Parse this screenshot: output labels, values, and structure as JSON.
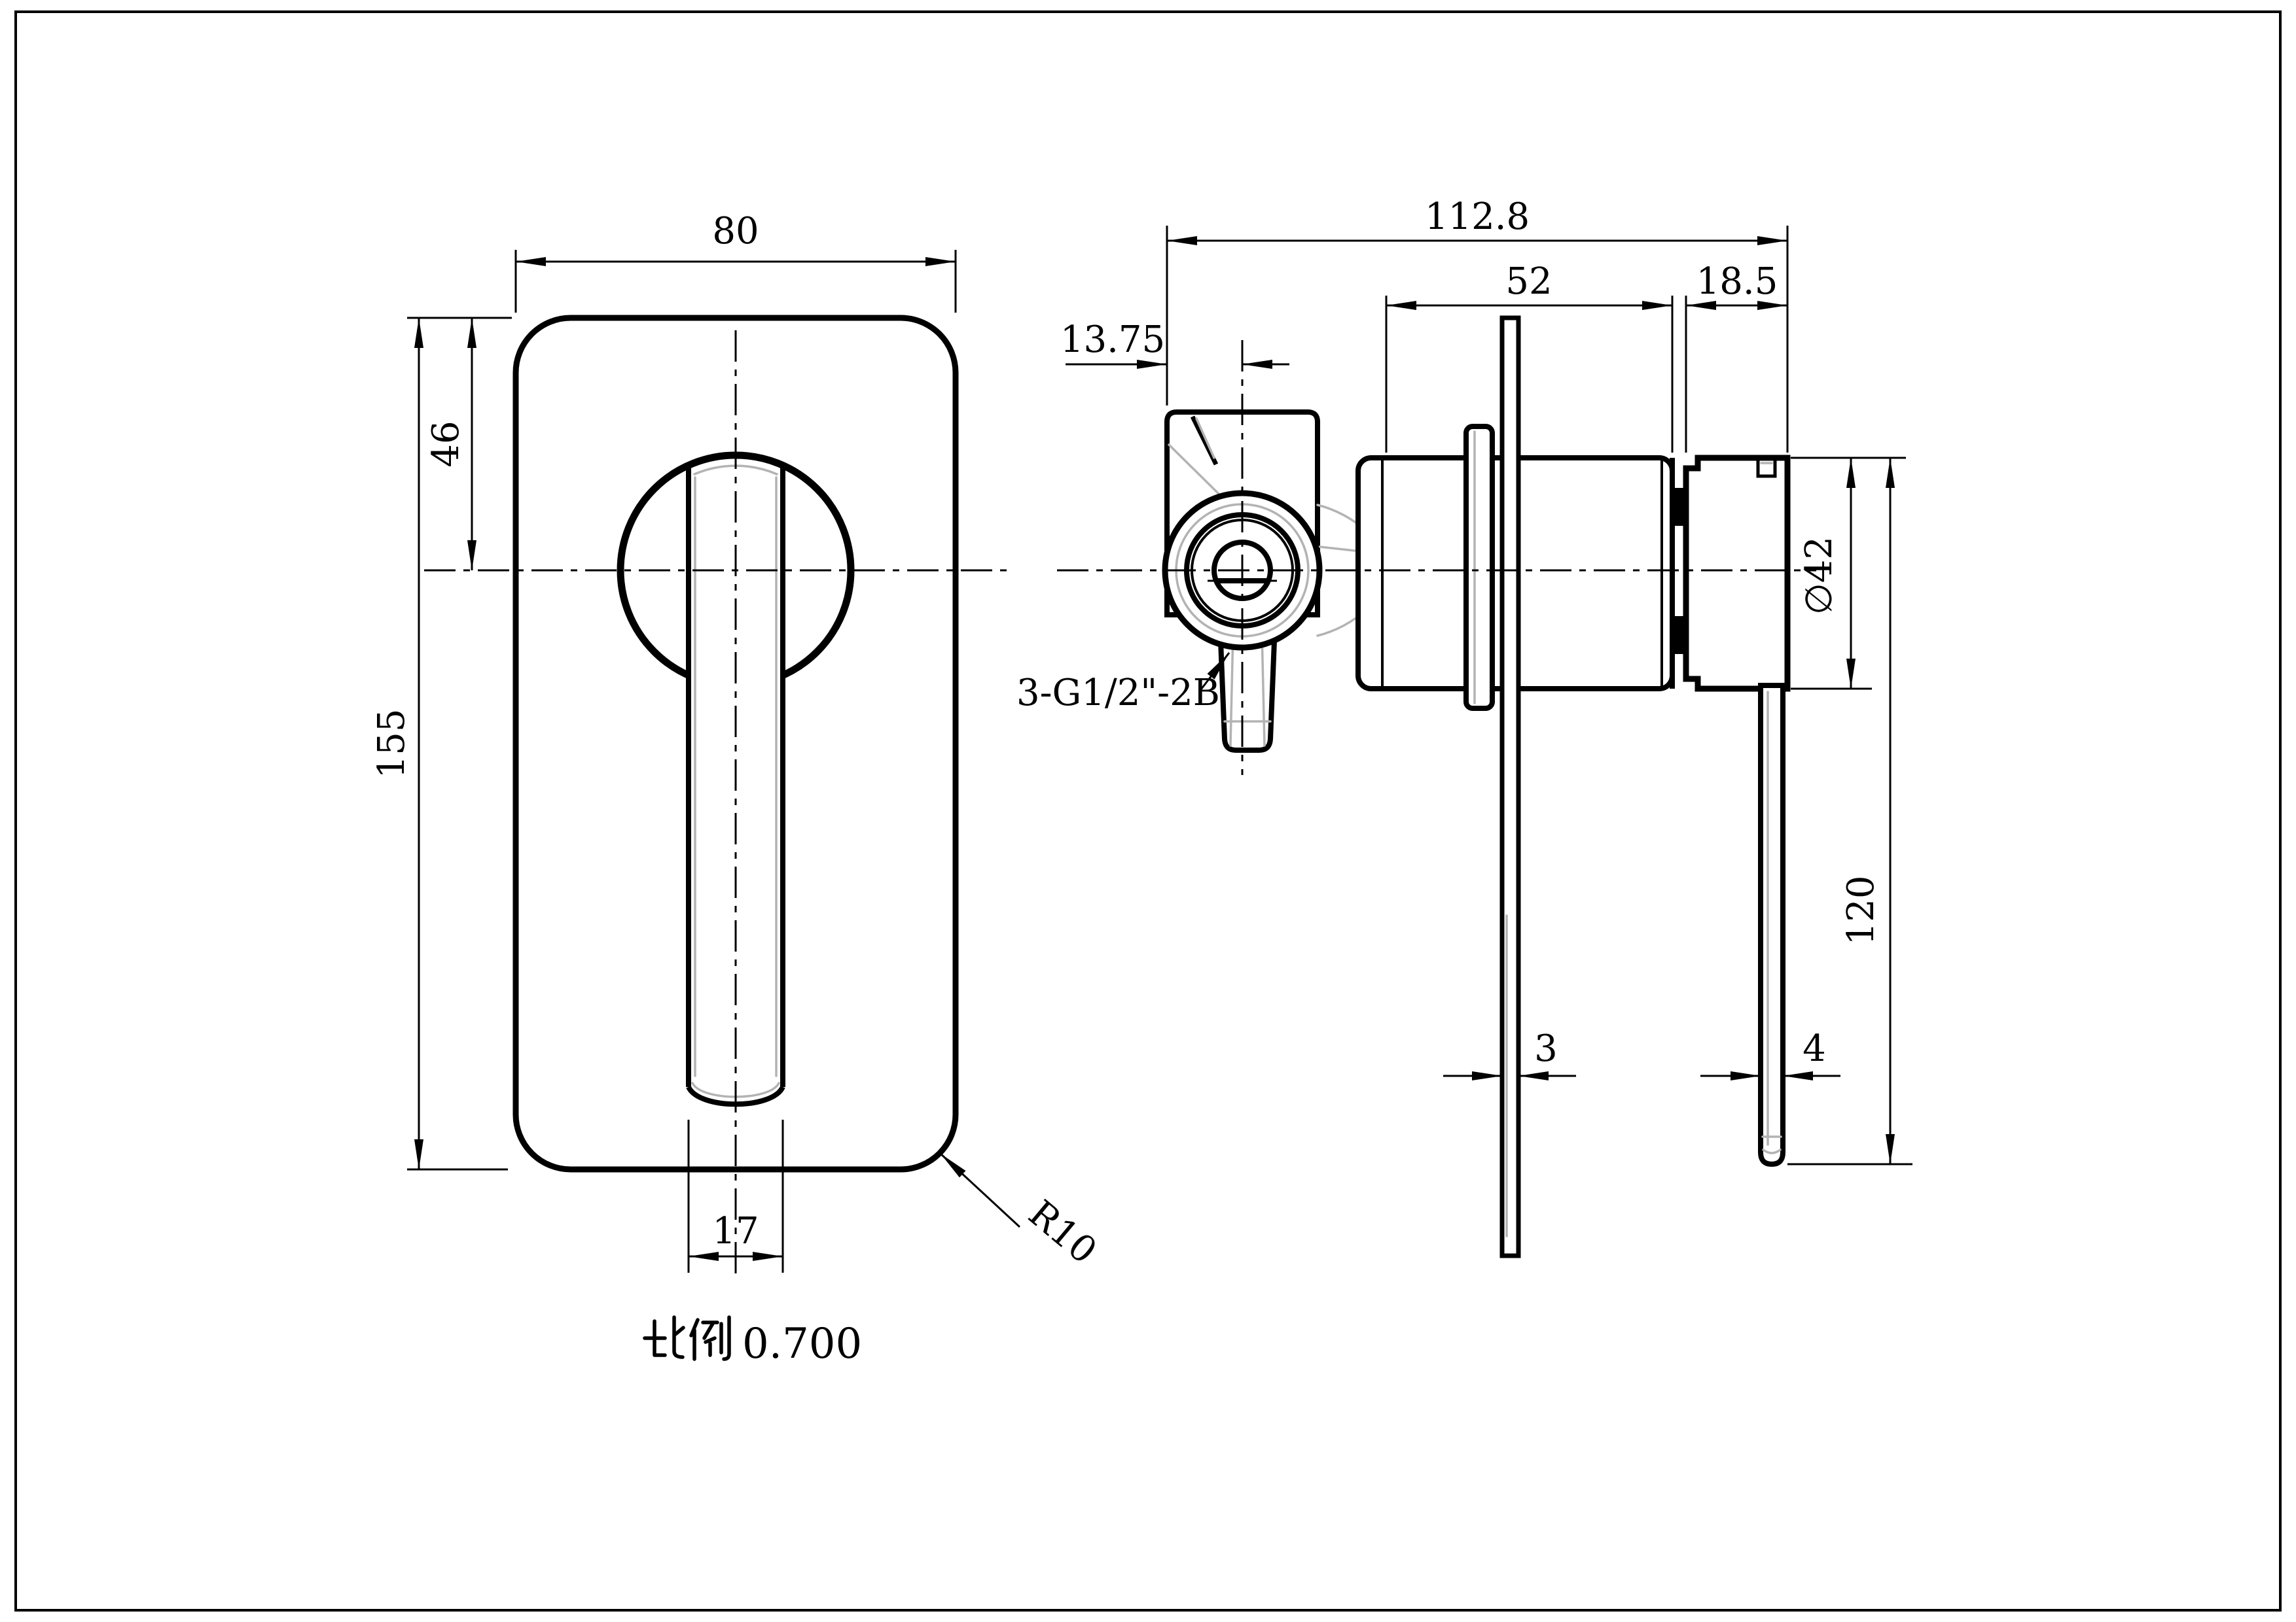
{
  "drawing": {
    "type": "engineering-drawing",
    "views": [
      "front-view",
      "side-view"
    ],
    "front_view": {
      "width_dim": "80",
      "center_offset_dim": "46",
      "height_dim": "155",
      "lever_width_dim": "17",
      "corner_radius_label": "R10"
    },
    "side_view": {
      "overall_depth_dim": "112.8",
      "sleeve_length_dim": "52",
      "cap_depth_dim": "18.5",
      "port_offset_dim": "13.75",
      "cap_diameter_dim": "∅42",
      "lever_length_dim": "120",
      "plate_thickness_dim": "3",
      "lever_thickness_dim": "4",
      "thread_label": "3-G1/2\"-2B"
    },
    "scale_caption": {
      "prefix": "比例",
      "value": "0.700",
      "full": "比例 0.700"
    },
    "colors": {
      "line": "#000000",
      "tangent_line": "#b3b3b3",
      "background": "#ffffff"
    }
  }
}
